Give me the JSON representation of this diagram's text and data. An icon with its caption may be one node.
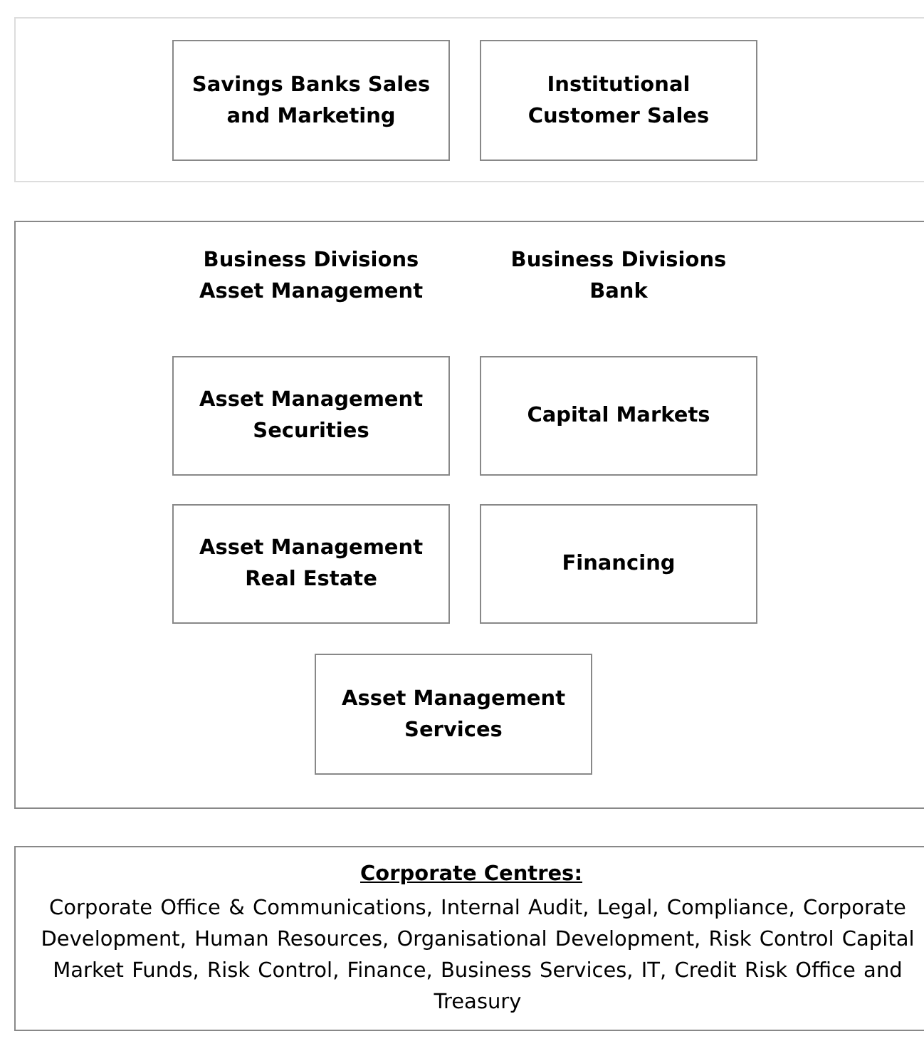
{
  "diagram": {
    "nodes": [
      {
        "text": [],
        "shape": "box"
      },
      {
        "text": [
          "Savings Banks Sales and Marketing"
        ],
        "in": 0
      },
      {
        "text": [
          "Institutional Customer Sales"
        ],
        "in": 0
      },
      {
        "text": [
          "Business Divisions Asset Management",
          "Business Divisions Bank"
        ]
      },
      {
        "text": [
          "Asset Management Securities"
        ],
        "in": 3
      },
      {
        "text": [
          "Capital Markets"
        ],
        "in": 3
      },
      {
        "text": [
          "Asset Management Real Estate"
        ],
        "in": 3
      },
      {
        "text": [
          "Financing"
        ],
        "in": 3
      },
      {
        "text": [
          "Asset Management Services"
        ],
        "in": 3
      },
      {
        "text": [
          "Corporate Centres:",
          "Corporate Office & Communications, Internal Audit, Legal, Compliance, Corporate Development, Human Resources, Organisational Development, Risk Control Capital Market Funds, Risk Control, Finance, Business Services, IT, Credit Risk Office and Treasury"
        ]
      }
    ],
    "edges": []
  }
}
